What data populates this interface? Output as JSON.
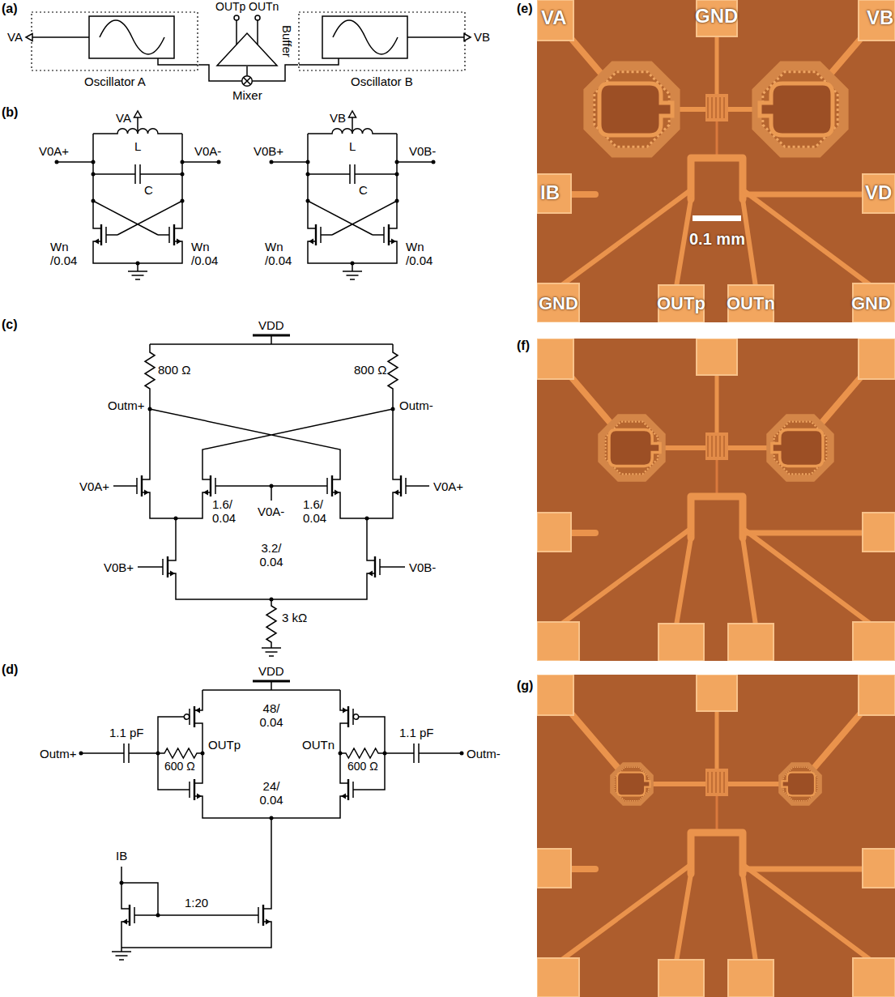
{
  "diagram": {
    "nodes": [
      {
        "text": [
          "Oscillator A"
        ]
      },
      {
        "text": [
          "Buffer"
        ]
      },
      {
        "text": [
          "Mixer"
        ]
      },
      {
        "text": [
          "Oscillator B"
        ]
      }
    ],
    "edges": [
      {
        "from": 0,
        "to": 2,
        "arrow": "none"
      },
      {
        "from": 3,
        "to": 2,
        "arrow": "none"
      },
      {
        "from": 2,
        "to": 1,
        "arrow": "none"
      }
    ],
    "labels": [
      "(a)",
      "VA",
      "VB",
      "OUTp",
      "OUTn",
      "(b)",
      "VA",
      "L",
      "C",
      "V0A+",
      "V0A-",
      "Wn /0.04",
      "Wn /0.04",
      "VB",
      "L",
      "C",
      "V0B+",
      "V0B-",
      "Wn /0.04",
      "Wn /0.04",
      "(c)",
      "VDD",
      "800 Ω",
      "800 Ω",
      "Outm+",
      "Outm-",
      "V0A+",
      "1.6/ 0.04",
      "V0A-",
      "1.6/ 0.04",
      "V0A+",
      "V0B+",
      "3.2/ 0.04",
      "V0B-",
      "3 kΩ",
      "(d)",
      "VDD",
      "48/ 0.04",
      "1.1 pF",
      "Outm+",
      "OUTp",
      "OUTn",
      "600 Ω",
      "600 Ω",
      "1.1 pF",
      "Outm-",
      "24/ 0.04",
      "IB",
      "1:20",
      "(e)",
      "VA",
      "GND",
      "VB",
      "IB",
      "VD",
      "0.1 mm",
      "GND",
      "OUTp",
      "OUTn",
      "GND",
      "(f)",
      "(g)"
    ]
  }
}
